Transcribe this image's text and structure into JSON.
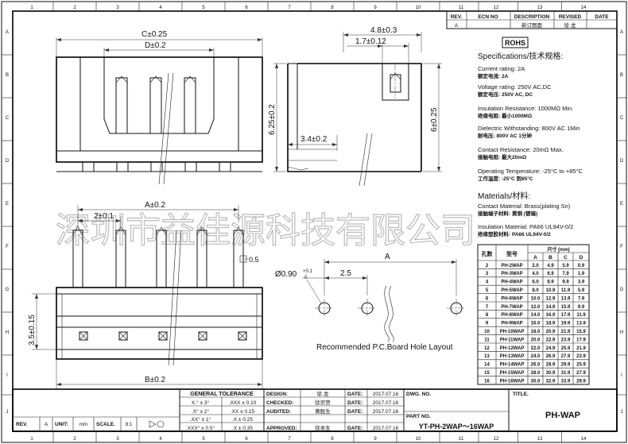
{
  "border": {
    "columns": [
      "1",
      "2",
      "3",
      "4",
      "5",
      "6",
      "7",
      "8",
      "9",
      "10",
      "11",
      "12",
      "13",
      "14"
    ],
    "rows": [
      "A",
      "B",
      "C",
      "D",
      "E",
      "F",
      "G",
      "H",
      "I",
      "J"
    ]
  },
  "revision": {
    "headers": [
      "REV.",
      "ECN NO",
      "DESCRIPTION",
      "REVISED",
      "DATE"
    ],
    "row": [
      "A",
      "",
      "新订图面",
      "徐 龙",
      ""
    ]
  },
  "rohs": "ROHS",
  "specs": {
    "title": "Specifications/技术规格:",
    "items": [
      {
        "en": "Current rating: 2A",
        "cn": "额定电流: 2A"
      },
      {
        "en": "Voltage rating: 250V AC,DC",
        "cn": "额定电压: 250V AC, DC"
      },
      {
        "en": "Insulation Resistance: 1000MΩ Min.",
        "cn": "绝缘电阻: 最小1000MΩ"
      },
      {
        "en": "Dielectric Withstanding: 800V AC   1Min",
        "cn": "耐电压: 800V AC  1分钟"
      },
      {
        "en": "Contact Resistance: 20mΩ Max.",
        "cn": "接触电阻: 最大20mΩ"
      },
      {
        "en": "Operating Temperature: -25°C to +85°C",
        "cn": "工作温度: -25°C 到85°C"
      }
    ]
  },
  "materials": {
    "title": "Materials/材料:",
    "items": [
      {
        "en": "Contact Material: Brass(plating Sn)",
        "cn": "接触端子材料: 黄铜 (镀锡)"
      },
      {
        "en": "Insulation Material: PA66 UL94V-0/2",
        "cn": "绝缘塑胶材料: PA66 UL94V-0/2"
      }
    ]
  },
  "sizes": {
    "unit_label": "尺寸 (mm)",
    "headers": [
      "孔数",
      "型号",
      "A",
      "B",
      "C",
      "D"
    ],
    "rows": [
      [
        "2",
        "PH-2WAP",
        "2.0",
        "4.9",
        "5.9",
        "0.9"
      ],
      [
        "3",
        "PH-3WAP",
        "4.0",
        "6.9",
        "7.9",
        "1.9"
      ],
      [
        "4",
        "PH-4WAP",
        "6.0",
        "8.9",
        "9.9",
        "3.9"
      ],
      [
        "5",
        "PH-5WAP",
        "8.0",
        "10.9",
        "11.9",
        "5.9"
      ],
      [
        "6",
        "PH-6WAP",
        "10.0",
        "12.9",
        "13.9",
        "7.9"
      ],
      [
        "7",
        "PH-7WAP",
        "12.0",
        "14.9",
        "15.9",
        "9.9"
      ],
      [
        "8",
        "PH-8WAP",
        "14.0",
        "16.9",
        "17.9",
        "11.9"
      ],
      [
        "9",
        "PH-9WAP",
        "16.0",
        "18.9",
        "19.9",
        "13.9"
      ],
      [
        "10",
        "PH-10WAP",
        "18.0",
        "20.9",
        "21.9",
        "15.9"
      ],
      [
        "11",
        "PH-11WAP",
        "20.0",
        "22.9",
        "23.9",
        "17.9"
      ],
      [
        "12",
        "PH-12WAP",
        "22.0",
        "24.9",
        "25.9",
        "21.9"
      ],
      [
        "13",
        "PH-13WAP",
        "24.0",
        "26.9",
        "27.9",
        "23.9"
      ],
      [
        "14",
        "PH-14WAP",
        "26.0",
        "28.9",
        "29.9",
        "25.9"
      ],
      [
        "15",
        "PH-15WAP",
        "28.0",
        "30.9",
        "31.9",
        "27.9"
      ],
      [
        "16",
        "PH-16WAP",
        "30.0",
        "32.9",
        "33.9",
        "29.9"
      ]
    ]
  },
  "dimensions": {
    "c": "C±0.25",
    "d": "D±0.2",
    "w48": "4.8±0.3",
    "w17": "1.7±0.12",
    "h625l": "6.25±0.2",
    "h625r": "6±0.25",
    "w34": "3.4±0.2",
    "a": "A±0.2",
    "p2": "2±0.1",
    "t05": "0.5",
    "h35": "3.5±0.15",
    "b": "B±0.2",
    "hole_dia": "Ø0.90",
    "hole_tol_plus": "+0.1",
    "hole_tol_minus": "0",
    "pitch": "2.5",
    "hole_a": "A",
    "pcb_caption": "Recommended P.C.Board Hole Layout"
  },
  "watermark": "深圳市益佳源科技有限公司",
  "title_block": {
    "rev_label": "REV.",
    "rev_value": "A",
    "unit_label": "UNIT:",
    "unit_value": "mm",
    "scale_label": "SCALE.",
    "scale_value": "8:1",
    "tol_title": "GENERAL TOLERANCE",
    "tolerances": [
      [
        "X.° ± 3°",
        ".XXX ± 0.10"
      ],
      [
        ".X° ± 2°",
        ".XX ± 0.15"
      ],
      [
        ".XX° ± 1°",
        ".X ± 0.25"
      ],
      [
        ".XXX° ± 0.5°",
        ".X ± 0.35"
      ]
    ],
    "sign": [
      {
        "role": "DESIGN:",
        "name": "徐 龙",
        "date_label": "DATE:",
        "date": "2017.07.16"
      },
      {
        "role": "CHECKED:",
        "name": "徐崇贺",
        "date_label": "DATE:",
        "date": "2017.07.16"
      },
      {
        "role": "AUDITED:",
        "name": "黄胜生",
        "date_label": "DATE:",
        "date": "2017.07.16"
      },
      {
        "role": "APPROVED:",
        "name": "徐本生",
        "date_label": "DATE:",
        "date": "2017.07.16"
      }
    ],
    "dwg_label": "DWG. NO.",
    "part_label": "PART NO.",
    "part_value": "YT-PH-2WAP～16WAP",
    "title_label": "TITLE.",
    "title_value": "PH-WAP"
  }
}
